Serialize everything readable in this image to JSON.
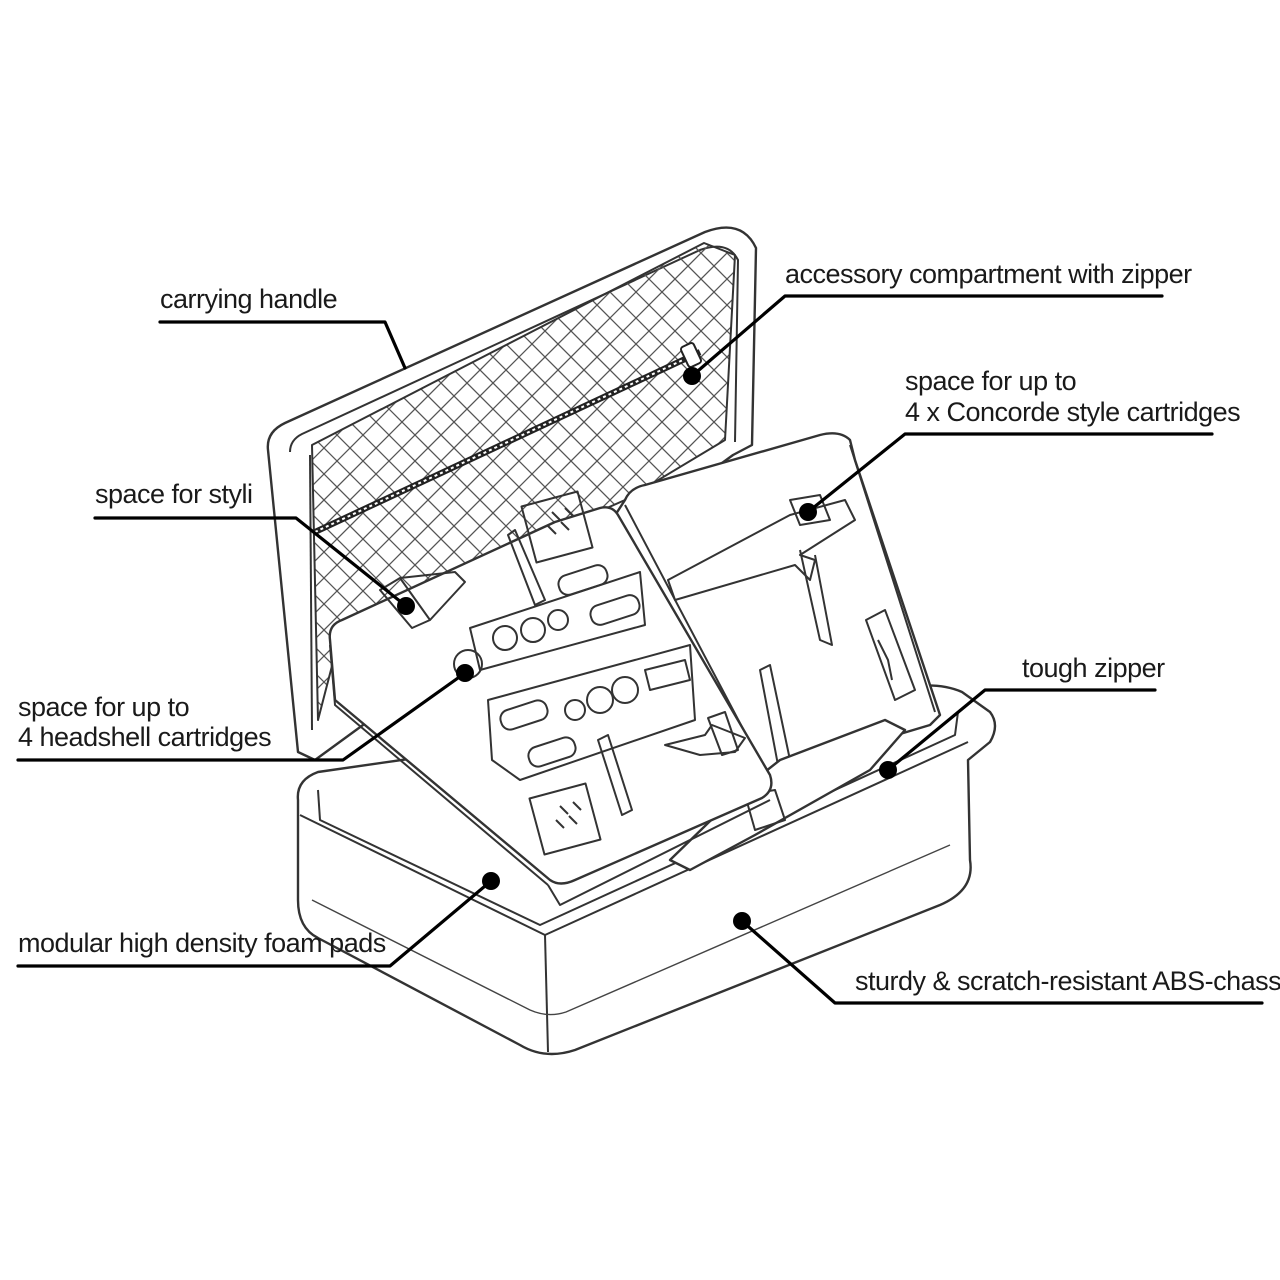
{
  "labels": {
    "carrying_handle": "carrying handle",
    "accessory_compartment": "accessory compartment with zipper",
    "concorde_line1": "space for up to",
    "concorde_line2": "4 x Concorde style cartridges",
    "styli": "space for styli",
    "headshell_line1": "space for up to",
    "headshell_line2": "4 headshell cartridges",
    "tough_zipper": "tough zipper",
    "foam_pads": "modular high density foam pads",
    "abs_chassis": "sturdy & scratch-resistant ABS-chassis"
  },
  "colors": {
    "line": "#000000",
    "outline": "#333333",
    "background": "#ffffff"
  }
}
